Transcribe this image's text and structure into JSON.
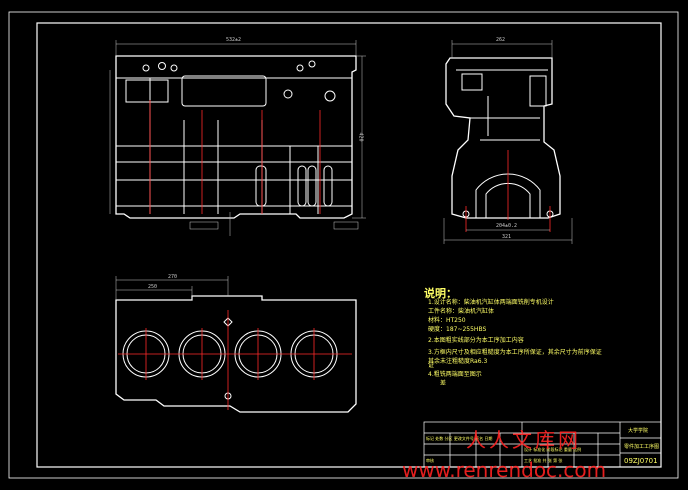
{
  "dims": {
    "front_width": "532±2",
    "front_height": "420",
    "side_width": "262",
    "side_base_inner": "204±0.2",
    "side_base_outer": "321",
    "top_width_a": "250",
    "top_width_b": "270"
  },
  "notes": {
    "title": "说明：",
    "lines": [
      "1.设计名称：柴油机汽缸体两端面铣削专机设计",
      "  工件名称：柴油机汽缸体",
      "  材料：HT250",
      "  硬度：187~255HBS",
      "2.本图粗实线部分为本工序加工内容",
      "3.方框内尺寸及相应粗糙度为本工序所保证，其余尺寸为前序保证",
      "  其余未注粗糙度Ra6.3",
      "  证",
      "4.粗铣两端面至图示",
      "  差"
    ]
  },
  "title_block": {
    "school": "大学学院",
    "drawing_name": "零件加工工序图",
    "drawing_no": "09ZJ0701",
    "row_a": "标记 处数 分区 更改文件号 签名 日期",
    "row_b": "设计 标准化 阶段标记 重量 比例",
    "row_c": "审核",
    "row_d": "工艺 批准 共 张 第 张"
  },
  "watermark": {
    "cn": "人人文库网",
    "url": "www.renrendoc.com"
  }
}
